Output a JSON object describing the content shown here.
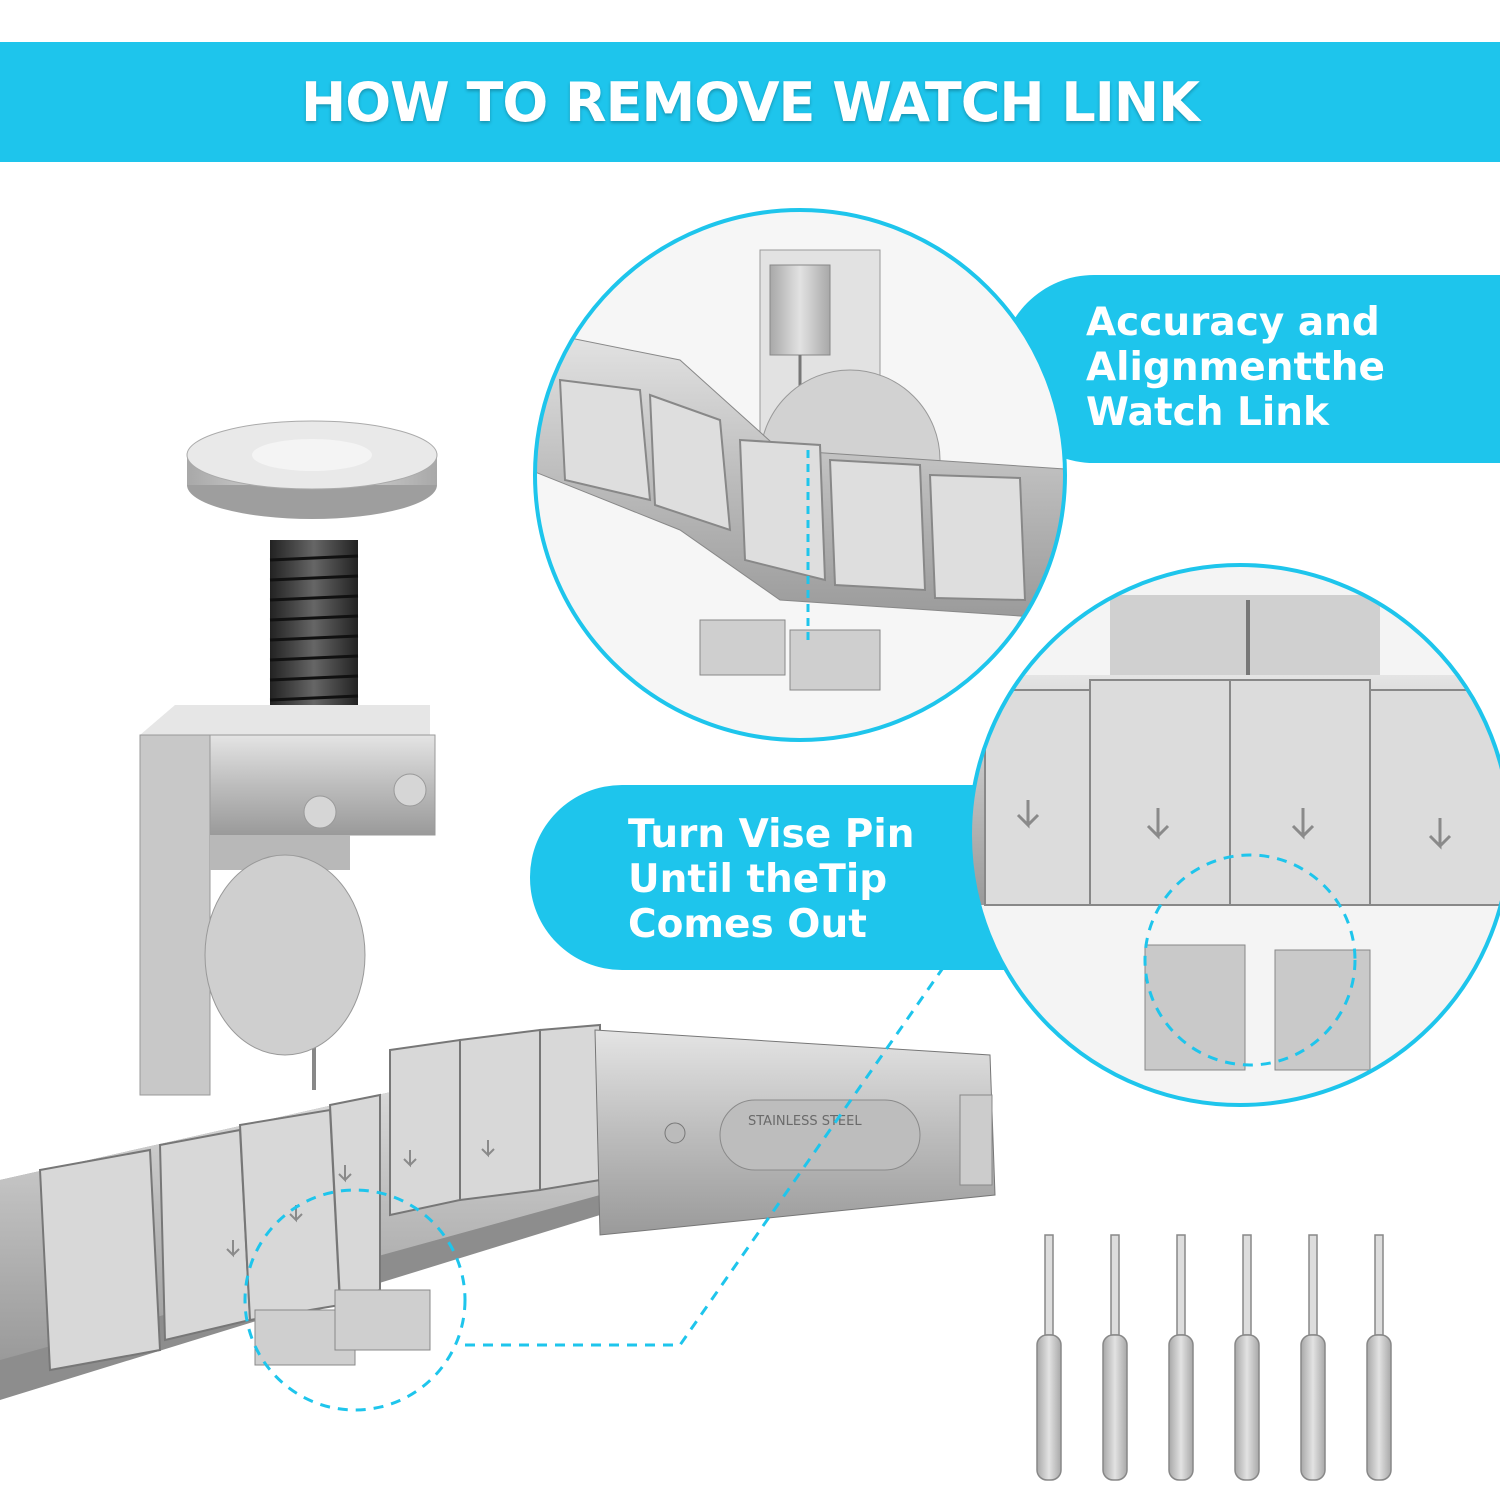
{
  "banner": {
    "title": "HOW TO REMOVE WATCH LINK"
  },
  "callouts": [
    {
      "lines": [
        "Accuracy and",
        "Alignmentthe",
        "Watch Link"
      ]
    },
    {
      "lines": [
        "Turn Vise Pin",
        "Until theTip",
        "Comes Out"
      ]
    }
  ],
  "clasp": {
    "engraving": "STAINLESS STEEL"
  },
  "colors": {
    "accent": "#1ec5ec",
    "steel": "#c9c9c9",
    "text": "#ffffff"
  },
  "icons": [
    "down-arrow-icon"
  ],
  "spare_pins": {
    "count": 6
  }
}
